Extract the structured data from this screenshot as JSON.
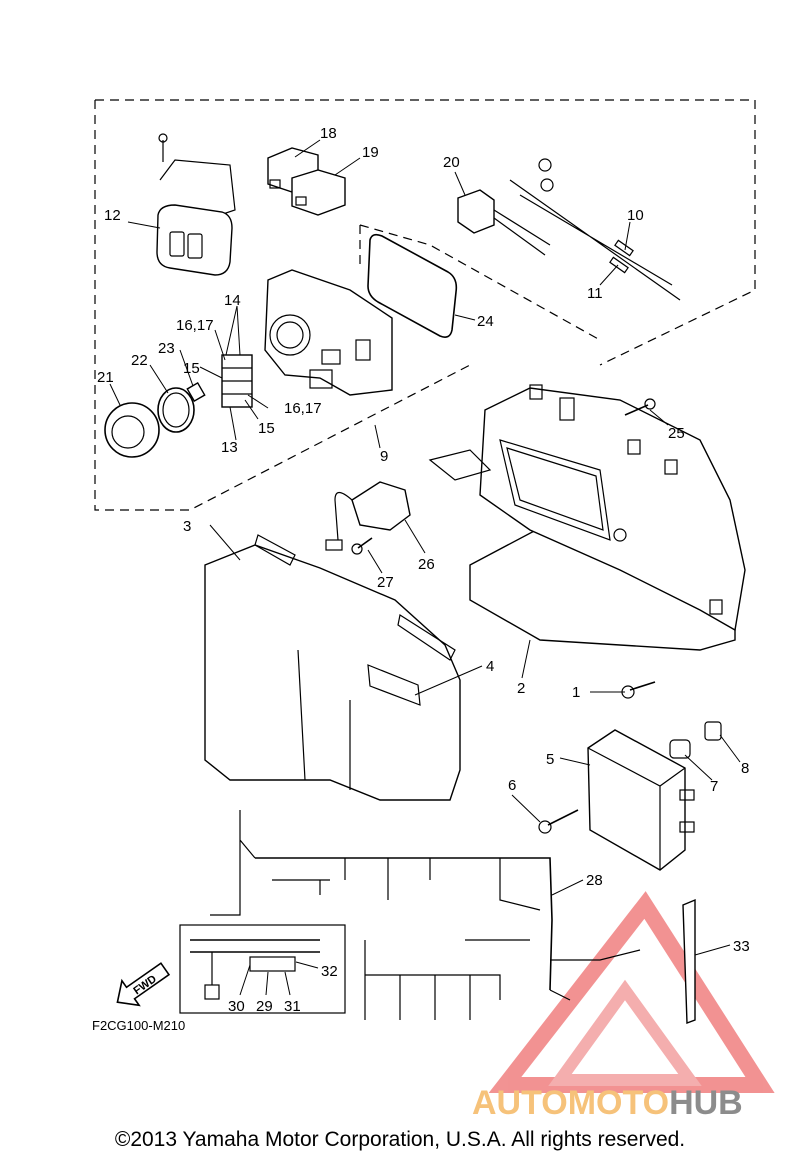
{
  "labels": {
    "p1": "1",
    "p2": "2",
    "p3": "3",
    "p4": "4",
    "p5": "5",
    "p6": "6",
    "p7": "7",
    "p8": "8",
    "p9": "9",
    "p10": "10",
    "p11": "11",
    "p12": "12",
    "p13": "13",
    "p14": "14",
    "p15a": "15",
    "p15b": "15",
    "p1617a": "16,17",
    "p1617b": "16,17",
    "p18": "18",
    "p19": "19",
    "p20": "20",
    "p21": "21",
    "p22": "22",
    "p23": "23",
    "p24": "24",
    "p25": "25",
    "p26": "26",
    "p27": "27",
    "p28": "28",
    "p29": "29",
    "p30": "30",
    "p31": "31",
    "p32": "32",
    "p33": "33"
  },
  "fwd": "FWD",
  "figure_code": "F2CG100-M210",
  "watermark": {
    "part1": "AUTOMOTO",
    "part2": "HUB",
    "color_orange": "#f6c27a",
    "color_red": "#ee5a5a",
    "color_gray": "#8c8c8c"
  },
  "copyright": "©2013 Yamaha Motor Corporation, U.S.A. All rights reserved."
}
